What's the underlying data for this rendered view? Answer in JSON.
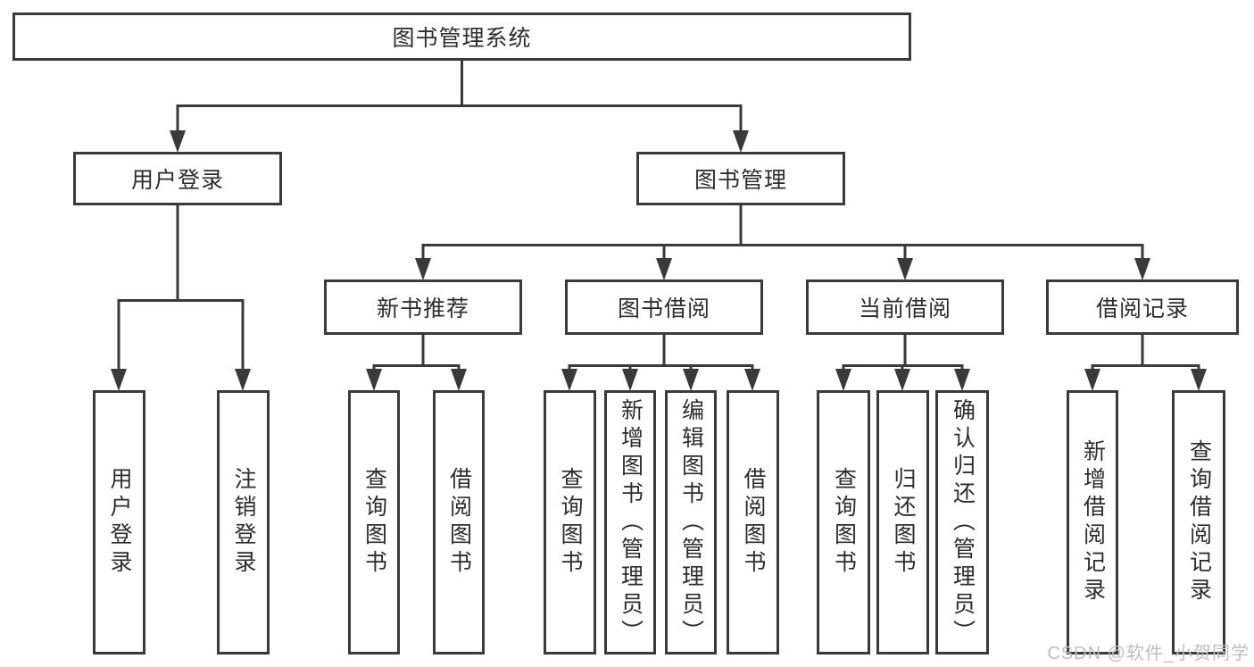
{
  "diagram": {
    "tree": {
      "label": "图书管理系统",
      "children": [
        {
          "label": "用户登录",
          "children": [
            {
              "label": "用户登录"
            },
            {
              "label": "注销登录"
            }
          ]
        },
        {
          "label": "图书管理",
          "children": [
            {
              "label": "新书推荐",
              "children": [
                {
                  "label": "查询图书"
                },
                {
                  "label": "借阅图书"
                }
              ]
            },
            {
              "label": "图书借阅",
              "children": [
                {
                  "label": "查询图书"
                },
                {
                  "label": "新增图书（管理员）"
                },
                {
                  "label": "编辑图书（管理员）"
                },
                {
                  "label": "借阅图书"
                }
              ]
            },
            {
              "label": "当前借阅",
              "children": [
                {
                  "label": "查询图书"
                },
                {
                  "label": "归还图书"
                },
                {
                  "label": "确认归还（管理员）"
                }
              ]
            },
            {
              "label": "借阅记录",
              "children": [
                {
                  "label": "新增借阅记录"
                },
                {
                  "label": "查询借阅记录"
                }
              ]
            }
          ]
        }
      ]
    },
    "colors": {
      "line": "#3a3a3a",
      "text": "#2d2d2d",
      "background": "#ffffff",
      "watermark": "#bfbfbf"
    }
  },
  "watermark": {
    "text": "CSDN @软件_小贺同学"
  }
}
